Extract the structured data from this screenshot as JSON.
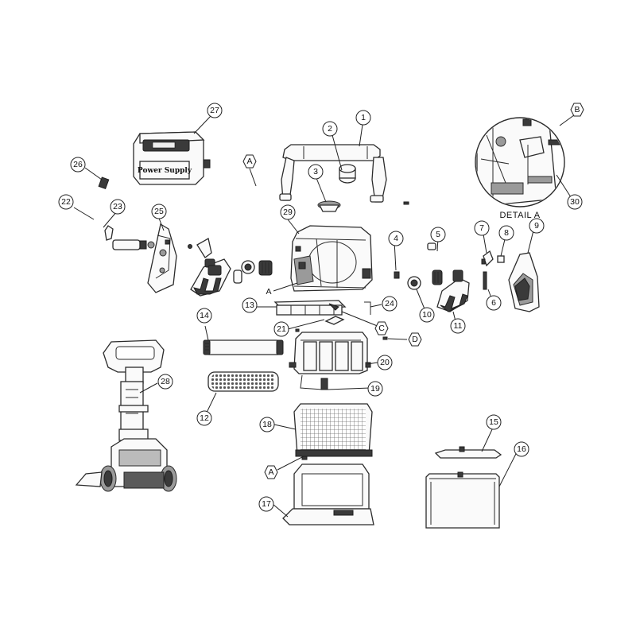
{
  "diagram": {
    "detail_label": "DETAIL A",
    "power_supply_label": "Power Supply",
    "callouts": {
      "c1": "1",
      "c2": "2",
      "c3": "3",
      "c4": "4",
      "c5": "5",
      "c6": "6",
      "c7": "7",
      "c8": "8",
      "c9": "9",
      "c10": "10",
      "c11": "11",
      "c12": "12",
      "c13": "13",
      "c14": "14",
      "c15": "15",
      "c16": "16",
      "c17": "17",
      "c18": "18",
      "c19": "19",
      "c20": "20",
      "c21": "21",
      "c22": "22",
      "c23": "23",
      "c24": "24",
      "c25": "25",
      "c26": "26",
      "c27": "27",
      "c28": "28",
      "c29": "29",
      "c30": "30",
      "cA_top": "A",
      "cA_side": "A",
      "cA_bottom": "A",
      "cB": "B",
      "cC": "C",
      "cD": "D"
    }
  }
}
